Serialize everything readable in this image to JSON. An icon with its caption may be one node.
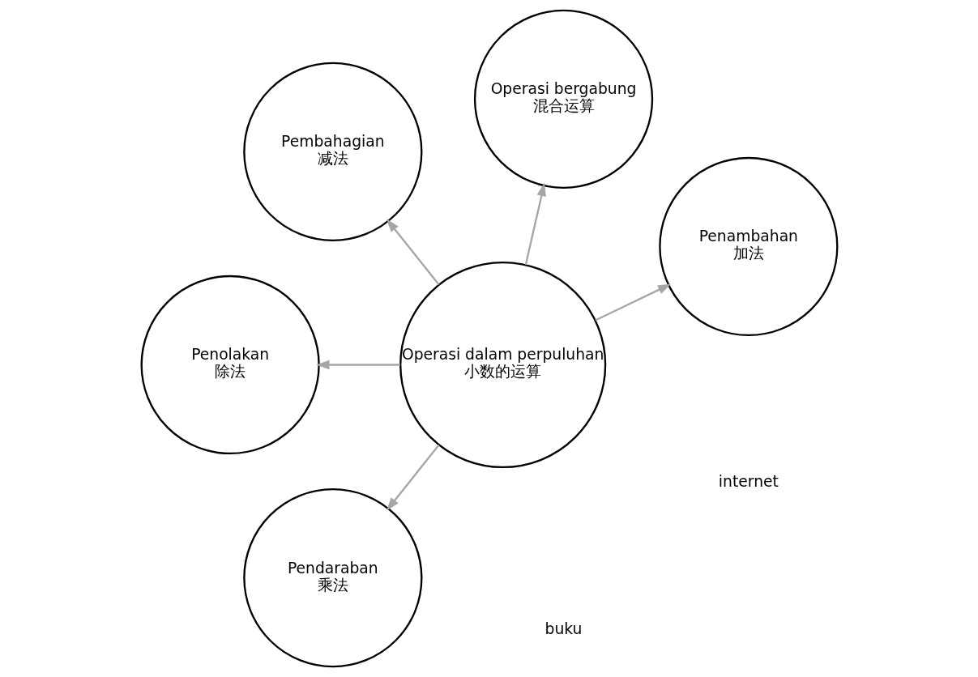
{
  "diagram": {
    "nodes": [
      {
        "text": [
          "Penambahan",
          "加法"
        ]
      },
      {
        "text": [
          "Operasi bergabung",
          "混合运算"
        ]
      },
      {
        "text": [
          "Operasi dalam perpuluhan",
          "小数的运算"
        ]
      },
      {
        "text": [
          "Pembahagian",
          "减法"
        ]
      },
      {
        "text": [
          "Penolakan",
          "除法"
        ]
      },
      {
        "text": [
          "Pendaraban",
          "乘法"
        ]
      }
    ],
    "edges": [
      {
        "from": 2,
        "to": 0,
        "arrow": "to"
      },
      {
        "from": 2,
        "to": 3,
        "arrow": "to"
      },
      {
        "from": 2,
        "to": 5,
        "arrow": "to"
      },
      {
        "from": 2,
        "to": 4,
        "arrow": "to"
      },
      {
        "from": 2,
        "to": 1,
        "arrow": "to"
      }
    ],
    "labels": [
      "buku",
      "internet"
    ]
  }
}
